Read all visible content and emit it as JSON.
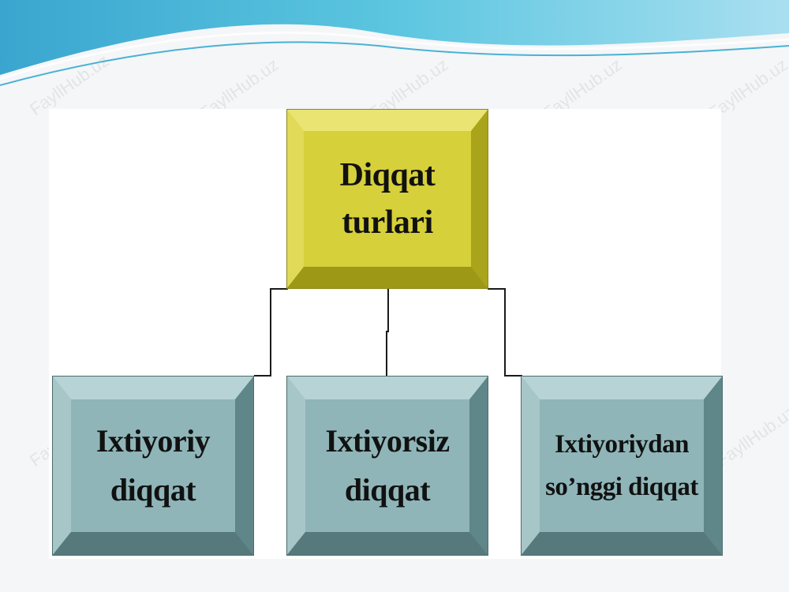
{
  "root": {
    "lines": [
      "Diqqat",
      "turlari"
    ]
  },
  "children": [
    {
      "lines": [
        "Ixtiyoriy",
        "diqqat"
      ]
    },
    {
      "lines": [
        "Ixtiyorsiz",
        "diqqat"
      ]
    },
    {
      "lines": [
        "Ixtiyoriydan",
        "so’nggi diqqat"
      ]
    }
  ],
  "watermark": "FayllHub.uz",
  "colors": {
    "root_face": "#d6d03a",
    "child_face": "#8fb5b8",
    "wave": "#4bb9d8"
  }
}
